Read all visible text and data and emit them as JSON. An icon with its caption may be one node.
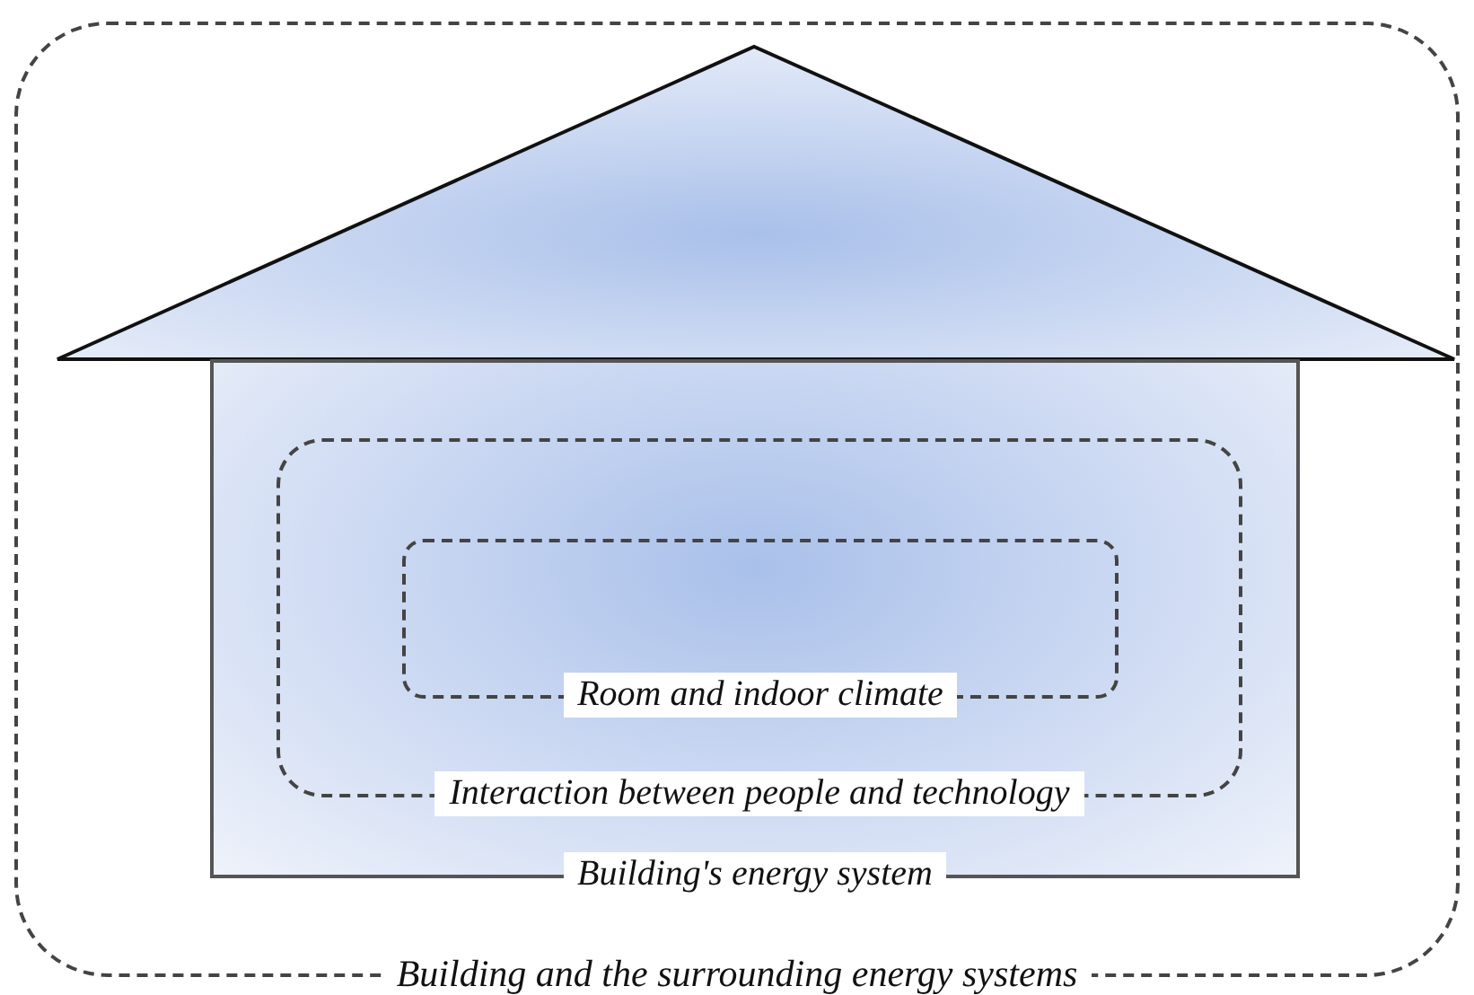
{
  "diagram": {
    "nodes": [
      {
        "text": [
          "Building and the surrounding energy systems"
        ]
      },
      {
        "text": [
          "Building's energy system"
        ],
        "in": 0
      },
      {
        "text": [
          "Interaction between people and technology"
        ],
        "in": 1
      },
      {
        "text": [
          "Room and indoor climate"
        ],
        "in": 2
      }
    ]
  }
}
